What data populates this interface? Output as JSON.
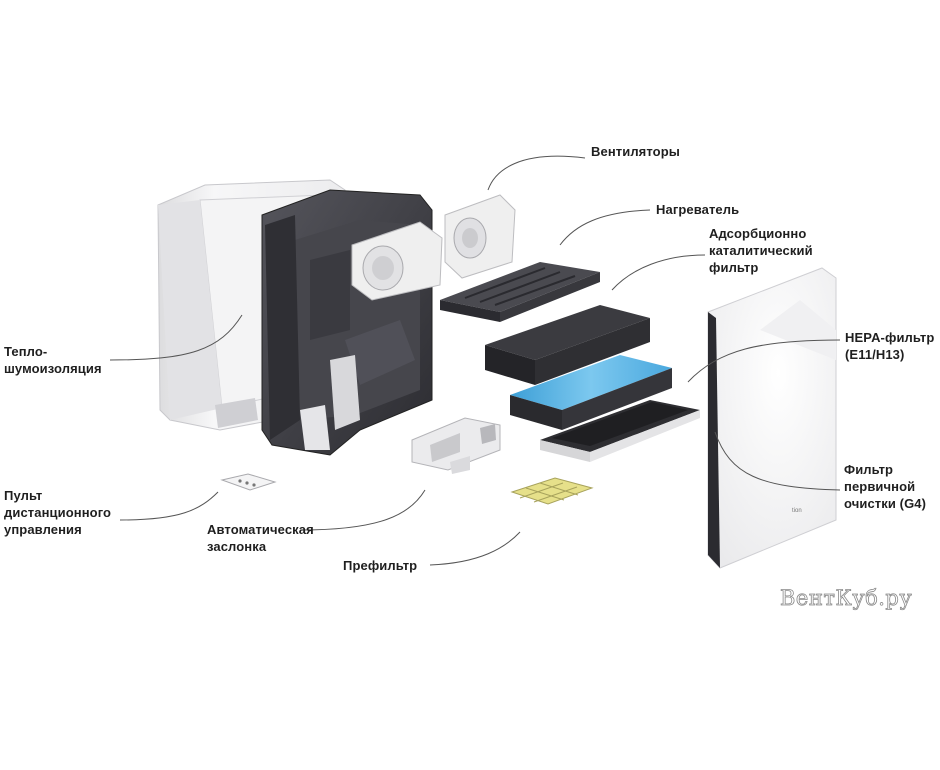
{
  "colors": {
    "housing_dark": "#3a3a40",
    "housing_light": "#f2f2f3",
    "filter_dark": "#2e2e30",
    "hepa_blue": "#5ab4e4",
    "prefilter_yellow": "#e6e08a",
    "leader_line": "#555555",
    "text": "#1f1f1f"
  },
  "labels": {
    "fans": [
      "Вентиляторы"
    ],
    "heater": [
      "Нагреватель"
    ],
    "adsorption": [
      "Адсорбционно",
      "каталитический",
      "фильтр"
    ],
    "hepa": [
      "HEPA-фильтр",
      "(E11/H13)"
    ],
    "insulation": [
      "Тепло-",
      "шумоизоляция"
    ],
    "primary_filter": [
      "Фильтр",
      "первичной",
      "очистки (G4)"
    ],
    "remote": [
      "Пульт",
      "дистанционного",
      "управления"
    ],
    "damper": [
      "Автоматическая",
      "заслонка"
    ],
    "prefilter": [
      "Префильтр"
    ]
  },
  "watermark": "ВентКуб.ру"
}
